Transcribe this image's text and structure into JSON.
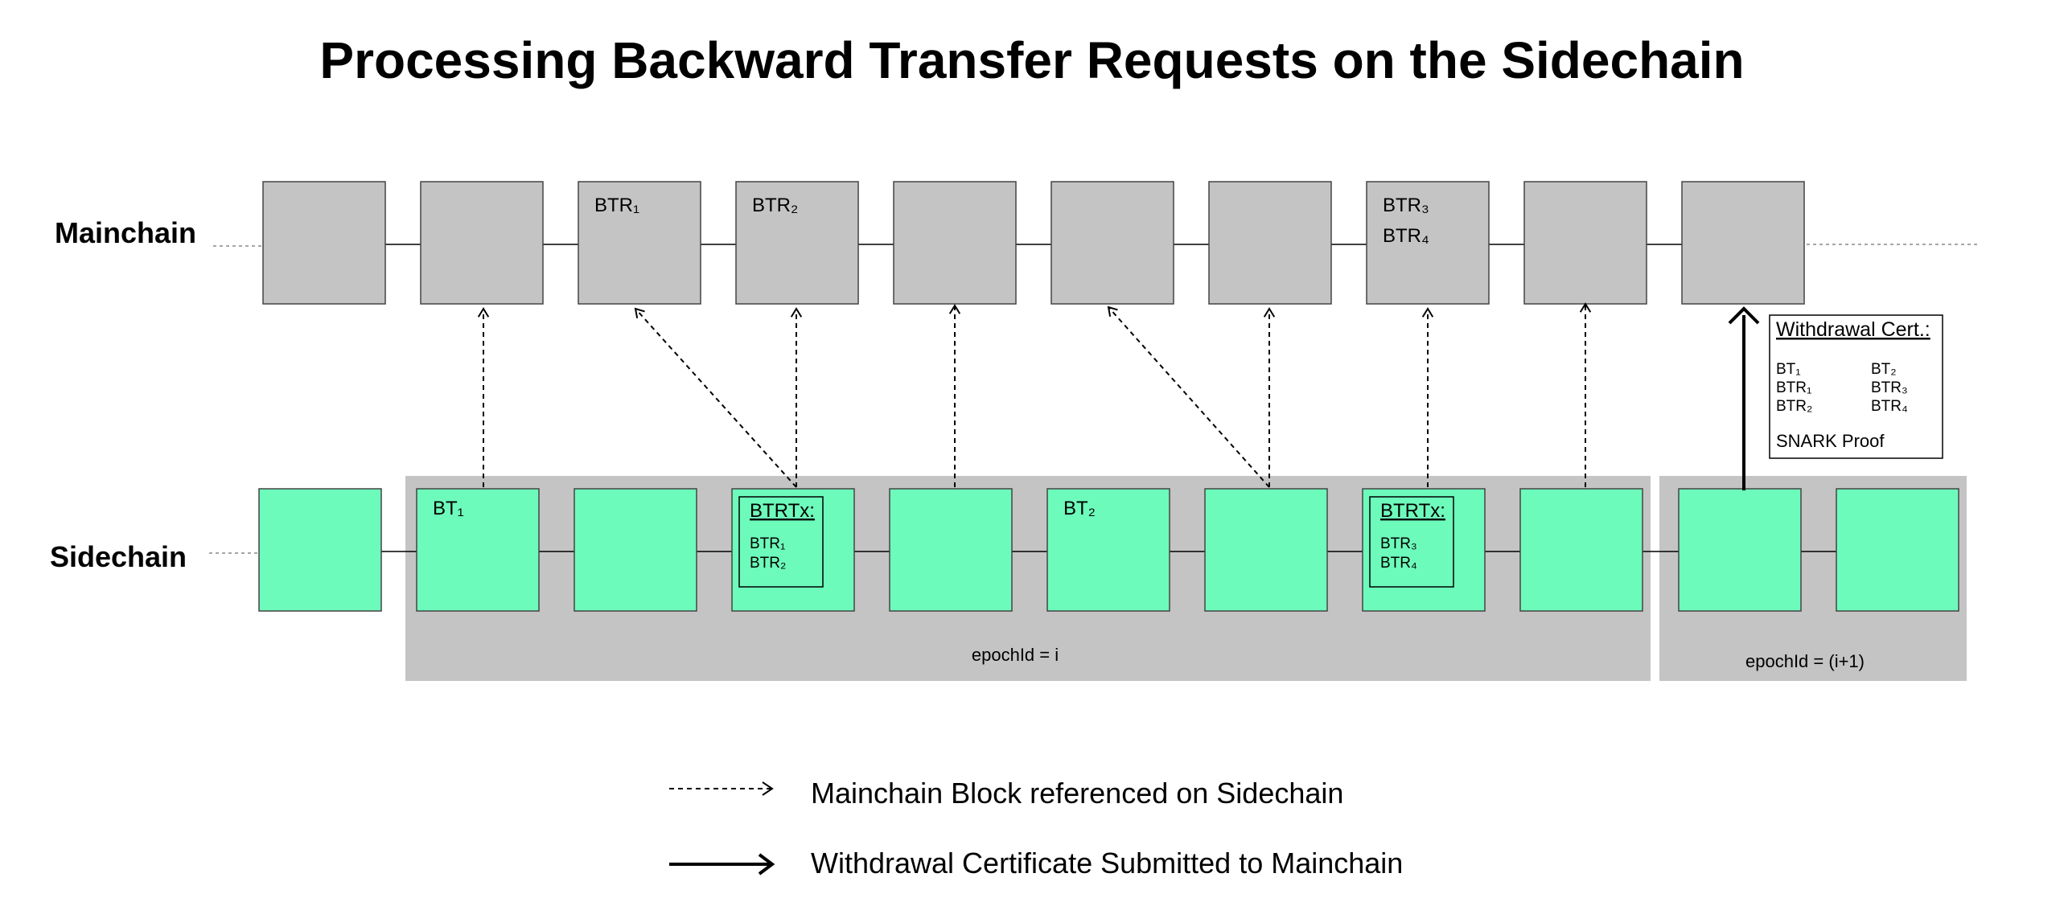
{
  "title": "Processing Backward Transfer Requests on the Sidechain",
  "rows": {
    "mainchain": "Mainchain",
    "sidechain": "Sidechain"
  },
  "mainchain_blocks": [
    {
      "lines": []
    },
    {
      "lines": []
    },
    {
      "lines": [
        "BTR₁"
      ]
    },
    {
      "lines": [
        "BTR₂"
      ]
    },
    {
      "lines": []
    },
    {
      "lines": []
    },
    {
      "lines": []
    },
    {
      "lines": [
        "BTR₃",
        "BTR₄"
      ]
    },
    {
      "lines": []
    },
    {
      "lines": []
    }
  ],
  "sidechain_blocks": [
    {
      "label": ""
    },
    {
      "label": "BT₁"
    },
    {
      "label": ""
    },
    {
      "label": "",
      "btrtx": {
        "title": "BTRTx:",
        "items": [
          "BTR₁",
          "BTR₂"
        ]
      }
    },
    {
      "label": ""
    },
    {
      "label": "BT₂"
    },
    {
      "label": ""
    },
    {
      "label": "",
      "btrtx": {
        "title": "BTRTx:",
        "items": [
          "BTR₃",
          "BTR₄"
        ]
      }
    },
    {
      "label": ""
    },
    {
      "label": ""
    },
    {
      "label": ""
    }
  ],
  "epochs": [
    {
      "label": "epochId = i"
    },
    {
      "label": "epochId = (i+1)"
    }
  ],
  "certificate": {
    "title": "Withdrawal Cert.:",
    "col1": [
      "BT₁",
      "BTR₁",
      "BTR₂"
    ],
    "col2": [
      "BT₂",
      "BTR₃",
      "BTR₄"
    ],
    "proof": "SNARK Proof"
  },
  "legend": [
    {
      "style": "dashed",
      "text": "Mainchain Block referenced on Sidechain"
    },
    {
      "style": "solid",
      "text": "Withdrawal Certificate Submitted to Mainchain"
    }
  ],
  "colors": {
    "mainchain_block": "#c4c4c4",
    "sidechain_block": "#6dfbbb",
    "epoch_band": "#c4c4c4",
    "line": "#000000"
  }
}
